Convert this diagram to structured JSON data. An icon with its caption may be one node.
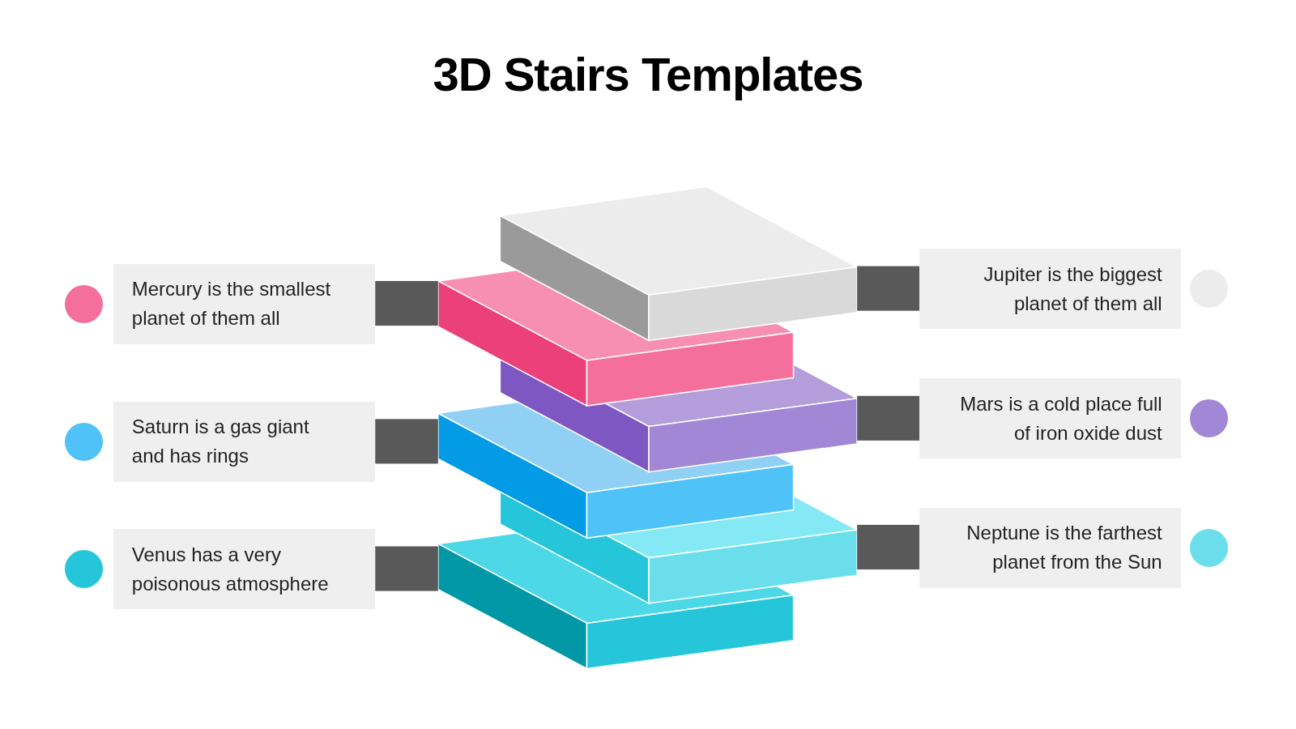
{
  "diagram": {
    "title": "3D Stairs Templates",
    "nodes": [
      {
        "text": [
          "Mercury is the smallest planet of them all"
        ]
      },
      {
        "text": [
          "Jupiter is the biggest planet of them all"
        ]
      },
      {
        "text": [
          "Saturn is a gas giant and has rings"
        ]
      },
      {
        "text": [
          "Mars is a cold place full of iron oxide dust"
        ]
      },
      {
        "text": [
          "Venus has a very poisonous atmosphere"
        ]
      },
      {
        "text": [
          "Neptune is the farthest planet from the Sun"
        ]
      }
    ]
  }
}
